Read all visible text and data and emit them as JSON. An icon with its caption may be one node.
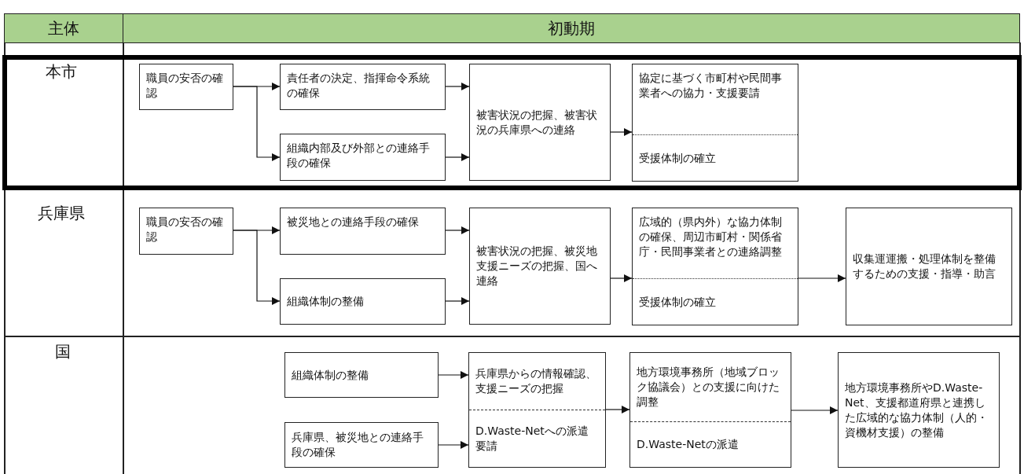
{
  "diagram": {
    "nodes": [
      {
        "text": [
          "職員の安否の確認"
        ]
      },
      {
        "text": [
          "責任者の決定、指揮命令系統の確保"
        ]
      },
      {
        "text": [
          "組織内部及び外部との連絡手段の確保"
        ]
      },
      {
        "text": [
          "被害状況の把握、被害状況の兵庫県への連絡"
        ]
      },
      {
        "text": [
          "協定に基づく市町村や民間事業者への協力・支援要請",
          "受援体制の確立"
        ]
      },
      {
        "text": [
          "職員の安否の確認"
        ]
      },
      {
        "text": [
          "被災地との連絡手段の確保"
        ]
      },
      {
        "text": [
          "組織体制の整備"
        ]
      },
      {
        "text": [
          "被害状況の把握、被災地支援ニーズの把握、国へ連絡"
        ]
      },
      {
        "text": [
          "広域的（県内外）な協力体制の確保、周辺市町村・関係省庁・民間事業者との連絡調整",
          "受援体制の確立"
        ]
      },
      {
        "text": [
          "収集運運搬・処理体制を整備するための支援・指導・助言"
        ]
      },
      {
        "text": [
          "組織体制の整備"
        ]
      },
      {
        "text": [
          "兵庫県、被災地との連絡手段の確保"
        ]
      },
      {
        "text": [
          "兵庫県からの情報確認、支援ニーズの把握",
          "D.Waste-Netへの派遣要請"
        ]
      },
      {
        "text": [
          "地方環境事務所（地域ブロック協議会）との支援に向けた調整",
          "D.Waste-Netの派遣"
        ]
      },
      {
        "text": [
          "地方環境事務所やD.Waste-Net、支援都道府県と連携した広域的な協力体制（人的・資機材支援）の整備"
        ]
      }
    ],
    "edges": [
      {
        "from": 0,
        "to": 1,
        "arrow": "to"
      },
      {
        "from": 0,
        "to": 2,
        "arrow": "to"
      },
      {
        "from": 1,
        "to": 3,
        "arrow": "to"
      },
      {
        "from": 2,
        "to": 3,
        "arrow": "to"
      },
      {
        "from": 3,
        "to": 4,
        "arrow": "to"
      },
      {
        "from": 5,
        "to": 6,
        "arrow": "to"
      },
      {
        "from": 5,
        "to": 7,
        "arrow": "to"
      },
      {
        "from": 6,
        "to": 8,
        "arrow": "to"
      },
      {
        "from": 7,
        "to": 8,
        "arrow": "to"
      },
      {
        "from": 8,
        "to": 9,
        "arrow": "to"
      },
      {
        "from": 9,
        "to": 10,
        "arrow": "to"
      },
      {
        "from": 11,
        "to": 13,
        "arrow": "to"
      },
      {
        "from": 12,
        "to": 13,
        "arrow": "to"
      },
      {
        "from": 13,
        "to": 14,
        "arrow": "to"
      },
      {
        "from": 14,
        "to": 15,
        "arrow": "to"
      }
    ],
    "labels": [
      "主体",
      "初動期",
      "本市",
      "兵庫県",
      "国"
    ]
  }
}
